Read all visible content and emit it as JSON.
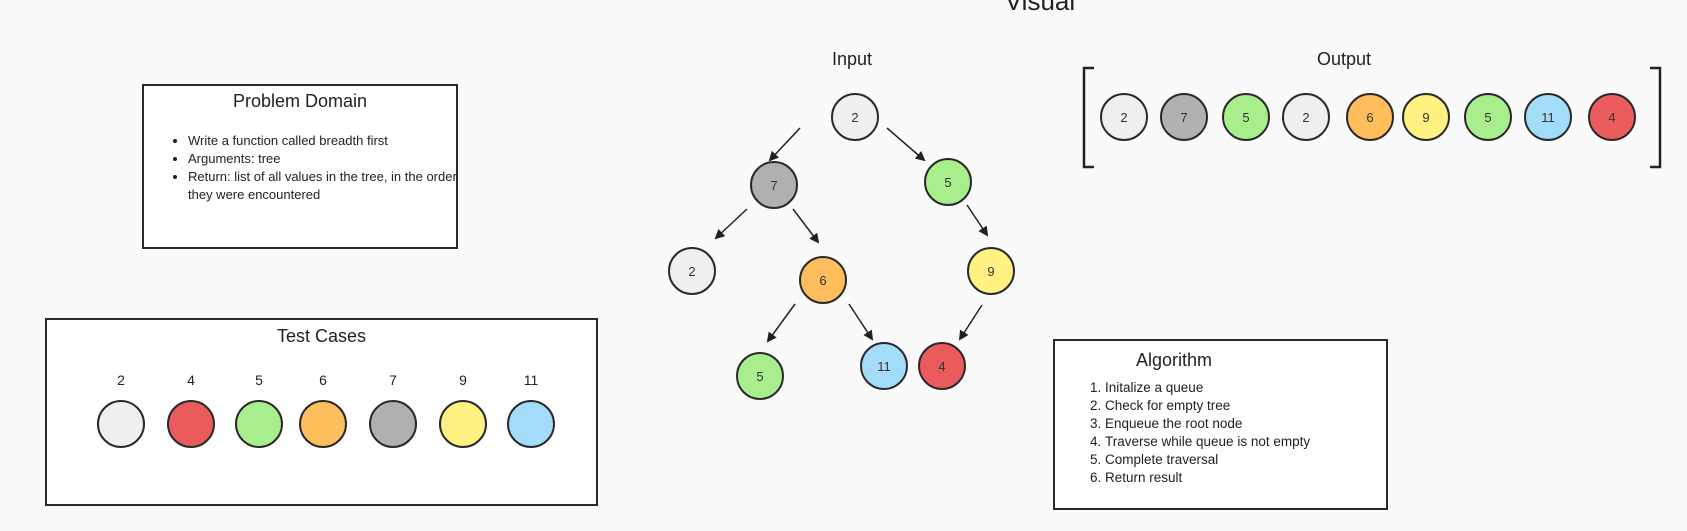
{
  "page_title": "Visual",
  "palette": {
    "white": "#efefef",
    "gray": "#b0b0b0",
    "green": "#a8ee8c",
    "orange": "#ffbe5c",
    "yellow": "#fff282",
    "blue": "#a2dcf8",
    "red": "#ea5c5c"
  },
  "problem_domain": {
    "title": "Problem Domain",
    "items": [
      "Write a function called breadth first",
      "Arguments: tree",
      "Return: list of all values in the tree, in the order they were encountered"
    ]
  },
  "test_cases": {
    "title": "Test Cases",
    "items": [
      {
        "label": "2",
        "color": "white"
      },
      {
        "label": "4",
        "color": "red"
      },
      {
        "label": "5",
        "color": "green"
      },
      {
        "label": "6",
        "color": "orange"
      },
      {
        "label": "7",
        "color": "gray"
      },
      {
        "label": "9",
        "color": "yellow"
      },
      {
        "label": "11",
        "color": "blue"
      }
    ]
  },
  "input": {
    "title": "Input",
    "nodes": [
      {
        "value": "2",
        "color": "white"
      },
      {
        "value": "7",
        "color": "gray"
      },
      {
        "value": "5",
        "color": "green"
      },
      {
        "value": "2",
        "color": "white"
      },
      {
        "value": "6",
        "color": "orange"
      },
      {
        "value": "9",
        "color": "yellow"
      },
      {
        "value": "5",
        "color": "green"
      },
      {
        "value": "11",
        "color": "blue"
      },
      {
        "value": "4",
        "color": "red"
      }
    ]
  },
  "output": {
    "title": "Output",
    "items": [
      {
        "value": "2",
        "color": "white"
      },
      {
        "value": "7",
        "color": "gray"
      },
      {
        "value": "5",
        "color": "green"
      },
      {
        "value": "2",
        "color": "white"
      },
      {
        "value": "6",
        "color": "orange"
      },
      {
        "value": "9",
        "color": "yellow"
      },
      {
        "value": "5",
        "color": "green"
      },
      {
        "value": "11",
        "color": "blue"
      },
      {
        "value": "4",
        "color": "red"
      }
    ]
  },
  "algorithm": {
    "title": "Algorithm",
    "steps": [
      "Initalize a queue",
      "Check for empty tree",
      "Enqueue the root node",
      "Traverse while queue is not empty",
      "Complete traversal",
      "Return result"
    ]
  }
}
